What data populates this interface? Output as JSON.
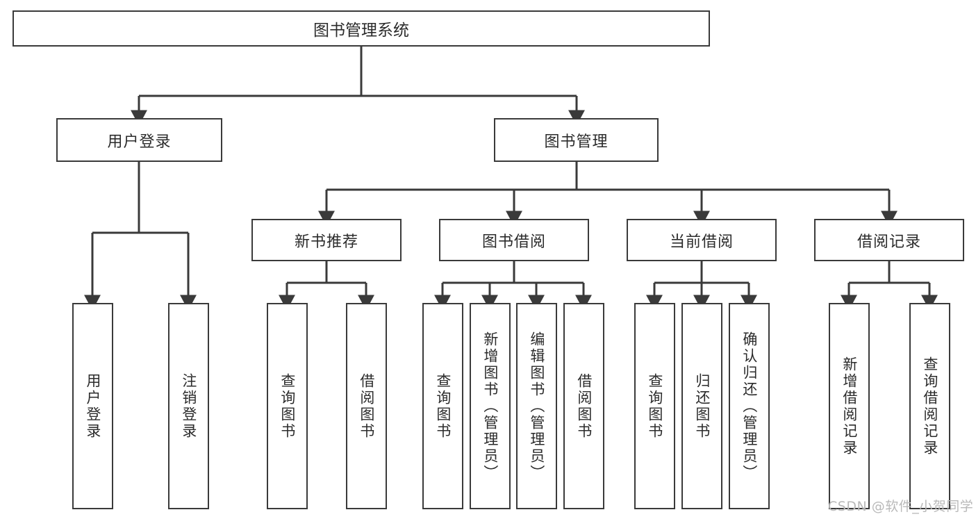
{
  "diagram": {
    "title": "图书管理系统",
    "type": "hierarchy-tree",
    "watermark": "CSDN @软件_小贺同学",
    "colors": {
      "box_border": "#3a3a3a",
      "box_fill": "#ffffff",
      "connector": "#3a3a3a",
      "text": "#2b2b2b",
      "watermark": "#b9b9b9"
    },
    "root": {
      "label": "图书管理系统"
    },
    "level2": [
      {
        "label": "用户登录"
      },
      {
        "label": "图书管理"
      }
    ],
    "level3": [
      {
        "label": "新书推荐"
      },
      {
        "label": "图书借阅"
      },
      {
        "label": "当前借阅"
      },
      {
        "label": "借阅记录"
      }
    ],
    "leaves": [
      {
        "label": "用户登录"
      },
      {
        "label": "注销登录"
      },
      {
        "label": "查询图书"
      },
      {
        "label": "借阅图书"
      },
      {
        "label": "查询图书"
      },
      {
        "label": "新增图书（管理员）"
      },
      {
        "label": "编辑图书（管理员）"
      },
      {
        "label": "借阅图书"
      },
      {
        "label": "查询图书"
      },
      {
        "label": "归还图书"
      },
      {
        "label": "确认归还（管理员）"
      },
      {
        "label": "新增借阅记录"
      },
      {
        "label": "查询借阅记录"
      }
    ]
  }
}
